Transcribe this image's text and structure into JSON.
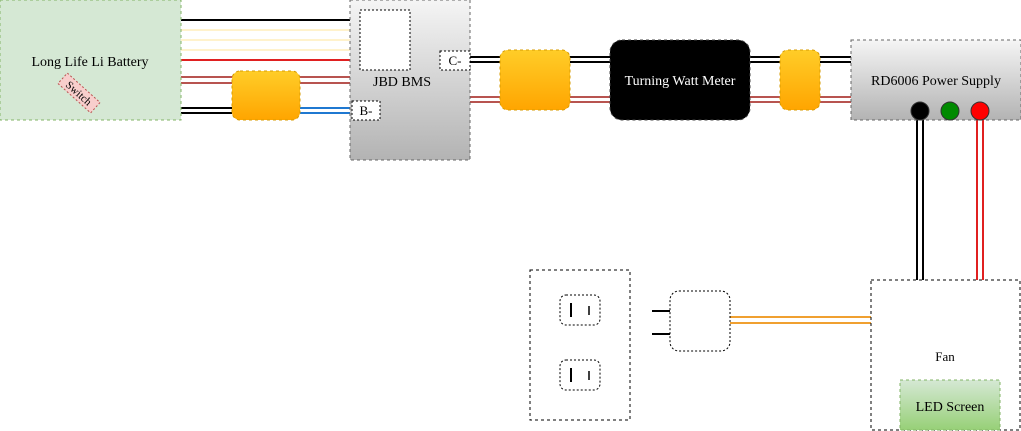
{
  "battery": {
    "label": "Long Life Li Battery",
    "switch_label": "Switch"
  },
  "bms": {
    "label": "JBD BMS",
    "c_minus": "C-",
    "b_minus": "B-"
  },
  "watt_meter": {
    "label": "Turning Watt Meter"
  },
  "power_supply": {
    "label": "RD6006 Power Supply"
  },
  "fan": {
    "label": "Fan",
    "screen_label": "LED Screen"
  },
  "colors": {
    "battery_fill": "#d5e8d4",
    "battery_stroke": "#82b366",
    "switch_fill": "#f8cecc",
    "connector_fill": "#ffc000",
    "wire_red": "#b85450",
    "wire_blue": "#1f78d1",
    "wire_orange": "#f0a030",
    "terminal_black": "#000000",
    "terminal_green": "#008a00",
    "terminal_red": "#ff0000",
    "led_screen_fill": "#b9e0a5"
  }
}
